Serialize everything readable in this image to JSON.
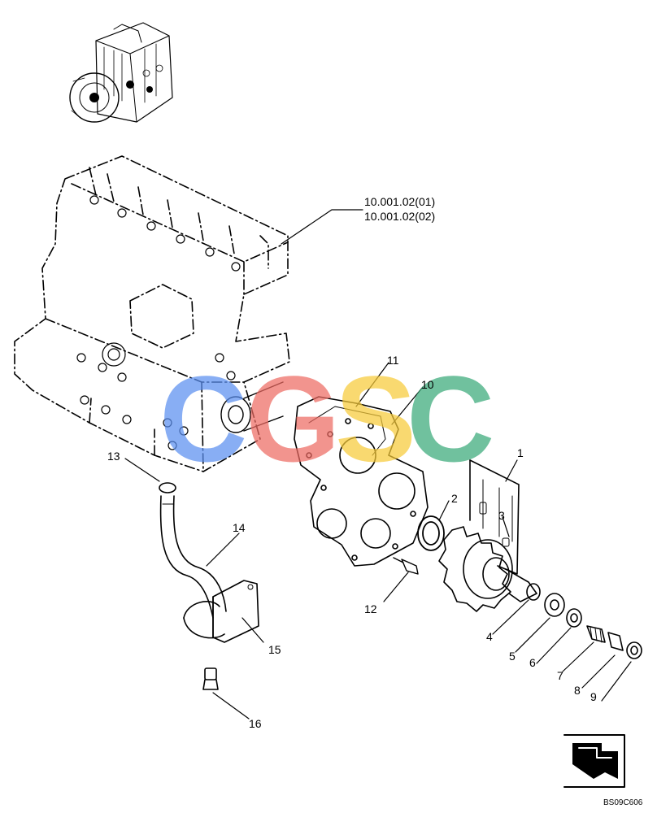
{
  "references": [
    "10.001.02(01)",
    "10.001.02(02)"
  ],
  "callouts": {
    "c1": "1",
    "c2": "2",
    "c3": "3",
    "c4": "4",
    "c5": "5",
    "c6": "6",
    "c7": "7",
    "c8": "8",
    "c9": "9",
    "c10": "10",
    "c11": "11",
    "c12": "12",
    "c13": "13",
    "c14": "14",
    "c15": "15",
    "c16": "16"
  },
  "watermark": {
    "letters": [
      "C",
      "G",
      "S",
      "C"
    ],
    "colors": [
      "#5b8ff0",
      "#ee6b63",
      "#f7cb3a",
      "#3aaa79"
    ]
  },
  "drawing_code": "BS09C606",
  "colors": {
    "line": "#000000",
    "background": "#ffffff"
  }
}
